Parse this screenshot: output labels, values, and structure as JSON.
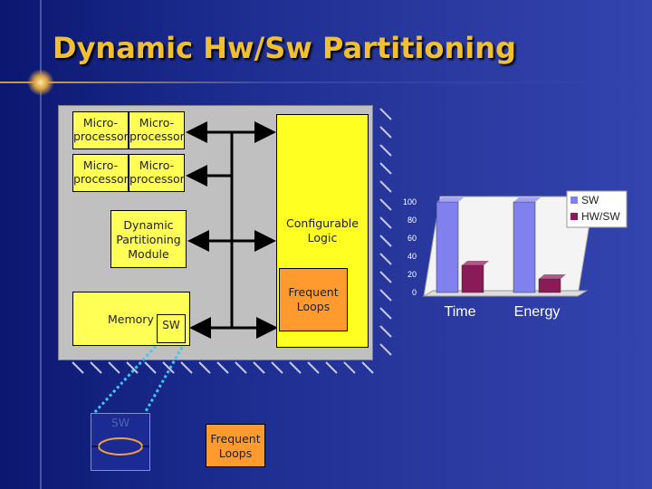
{
  "slide": {
    "title": "Dynamic Hw/Sw Partitioning"
  },
  "diagram": {
    "microprocessors": [
      "Micro-\nprocessor",
      "Micro-\nprocessor",
      "Micro-\nprocessor",
      "Micro-\nprocessor"
    ],
    "dpm_label": "Dynamic Partitioning Module",
    "configurable_logic_label": "Configurable Logic",
    "frequent_loops_label": "Frequent Loops",
    "memory_label": "Memory",
    "sw_label": "SW",
    "sw_outside_label": "SW",
    "frequent_loops_outside_label": "Frequent Loops"
  },
  "chart_data": {
    "type": "bar",
    "categories": [
      "Time",
      "Energy"
    ],
    "series": [
      {
        "name": "SW",
        "values": [
          100,
          100
        ],
        "color": "#8080ee"
      },
      {
        "name": "HW/SW",
        "values": [
          30,
          15
        ],
        "color": "#8a1a58"
      }
    ],
    "y_ticks": [
      "100",
      "80",
      "60",
      "40",
      "20",
      "0"
    ],
    "ylim": [
      0,
      100
    ],
    "legend_position": "right"
  }
}
